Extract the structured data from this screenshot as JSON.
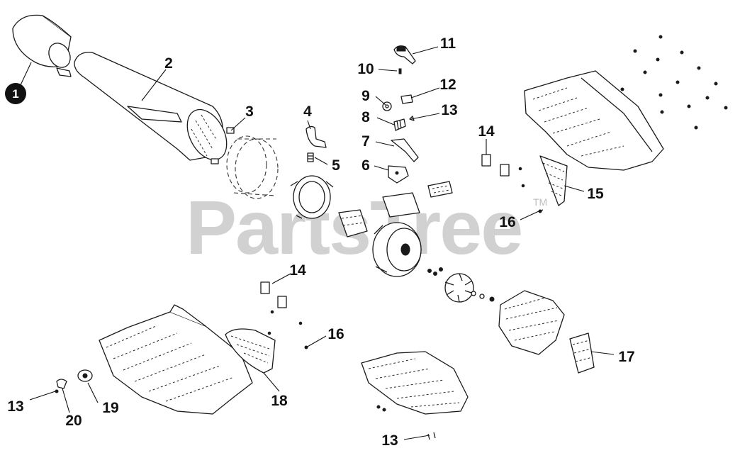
{
  "watermark": {
    "text": "PartsTree",
    "trademark": "TM"
  },
  "callouts": {
    "c1": "1",
    "c2": "2",
    "c3": "3",
    "c4": "4",
    "c5": "5",
    "c6": "6",
    "c7": "7",
    "c8": "8",
    "c9": "9",
    "c10": "10",
    "c11": "11",
    "c12": "12",
    "c13a": "13",
    "c14a": "14",
    "c15": "15",
    "c16a": "16",
    "c14b": "14",
    "c16b": "16",
    "c17": "17",
    "c18": "18",
    "c13b": "13",
    "c20": "20",
    "c19": "19",
    "c13c": "13"
  },
  "colors": {
    "line": "#1a1a1a",
    "watermark": "#c9c9c9",
    "badge": "#111111",
    "background": "#ffffff"
  }
}
